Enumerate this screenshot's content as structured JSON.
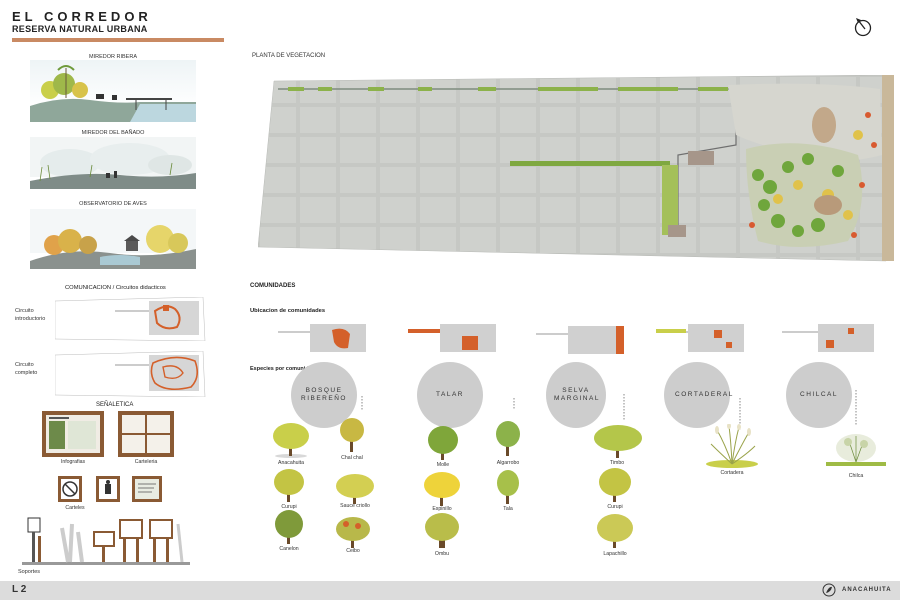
{
  "header": {
    "title": "EL CORREDOR",
    "subtitle": "RESERVA NATURAL URBANA"
  },
  "left": {
    "mirador_ribera": "MIREDOR RIBERA",
    "mirador_banado": "MIREDOR DEL BAÑADO",
    "observatorio": "OBSERVATORIO DE AVES",
    "comunicacion": "COMUNICACION / Circuitos didacticos",
    "circuito_intro": "Circuito introductorio",
    "circuito_completo": "Circuito completo",
    "senaletica": "SEÑALETICA",
    "infografias": "Infografias",
    "carteleria": "Carteleria",
    "carteles": "Carteles",
    "soportes": "Soportes"
  },
  "map": {
    "title": "PLANTA DE VEGETACION"
  },
  "comunidades": {
    "title": "COMUNIDADES",
    "ubicacion": "Ubicacion de comunidades",
    "especies": "Especies por comunidad",
    "groups": [
      {
        "name": "BOSQUE RIBEREÑO",
        "species": [
          "Anacahuita",
          "Chal chal",
          "Curupi",
          "Sauce criollo",
          "Canelon",
          "Ceibo"
        ]
      },
      {
        "name": "TALAR",
        "species": [
          "Molle",
          "Algarrobo",
          "Espinillo",
          "Tala",
          "Ombu"
        ]
      },
      {
        "name": "SELVA MARGINAL",
        "species": [
          "Timbo",
          "Curupi",
          "Lapachillo"
        ]
      },
      {
        "name": "CORTADERAL",
        "species": [
          "Cortadera"
        ]
      },
      {
        "name": "CHILCAL",
        "species": [
          "Chilca"
        ]
      }
    ]
  },
  "footer": {
    "page": "L 2",
    "brand": "ANACAHUITA"
  },
  "colors": {
    "accent": "#c98a63",
    "highlight": "#d4602a",
    "foliage": "#c9cf4a",
    "circle": "#cdcdcd"
  }
}
